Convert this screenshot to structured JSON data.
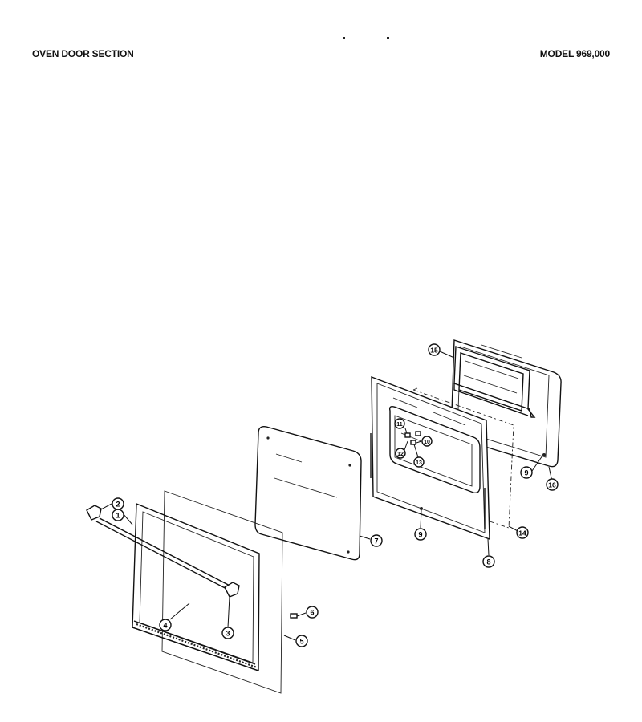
{
  "header": {
    "section_title": "OVEN DOOR SECTION",
    "model": "MODEL 969,000"
  },
  "callouts": [
    "1",
    "2",
    "3",
    "4",
    "5",
    "6",
    "7",
    "8",
    "9",
    "9",
    "10",
    "11",
    "12",
    "13",
    "14",
    "15",
    "16"
  ]
}
